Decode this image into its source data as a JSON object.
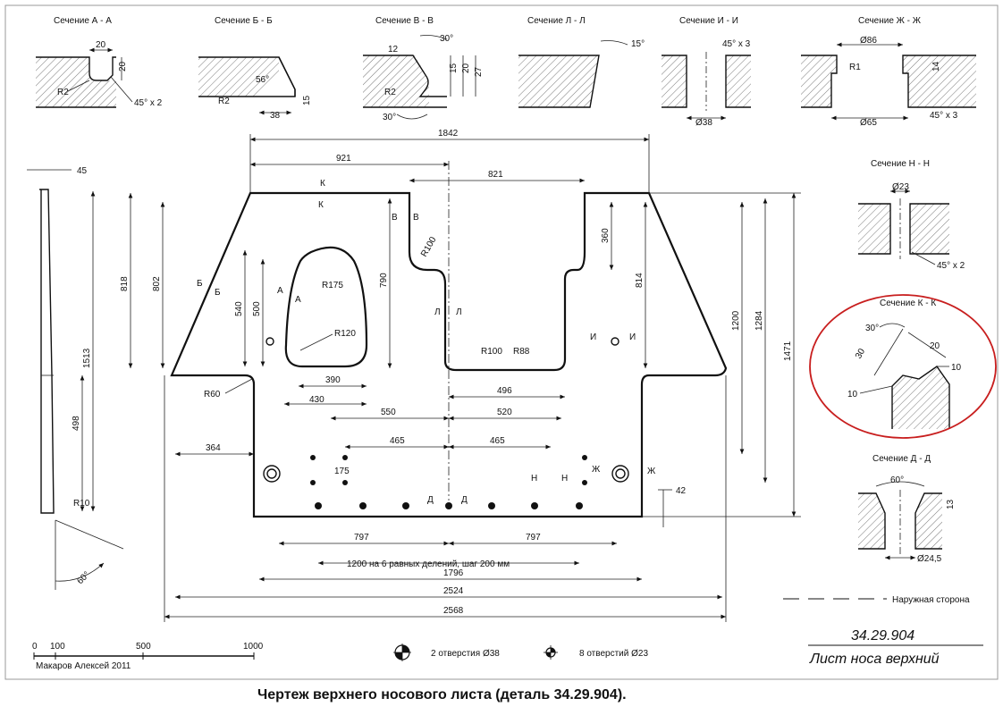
{
  "sections": {
    "aa": {
      "title": "Сечение А - А",
      "d1": "20",
      "d2": "20",
      "d3": "R2",
      "d4": "45° x 2"
    },
    "bb": {
      "title": "Сечение Б - Б",
      "d1": "56°",
      "d2": "R2",
      "d3": "38",
      "d4": "15"
    },
    "vv": {
      "title": "Сечение В - В",
      "d1": "30°",
      "d2": "12",
      "d3": "15",
      "d4": "20",
      "d5": "27",
      "d6": "R2",
      "d7": "30°"
    },
    "ll": {
      "title": "Сечение Л - Л",
      "d1": "15°"
    },
    "ii": {
      "title": "Сечение И - И",
      "d1": "45° x 3",
      "d2": "Ø38"
    },
    "zhzh": {
      "title": "Сечение Ж - Ж",
      "d1": "Ø86",
      "d2": "R1",
      "d3": "14",
      "d4": "Ø65",
      "d5": "45° x 3"
    },
    "nn": {
      "title": "Сечение Н - Н",
      "d1": "Ø23",
      "d2": "45° x 2"
    },
    "kk": {
      "title": "Сечение К - К",
      "d1": "30°",
      "d2": "30",
      "d3": "20",
      "d4": "10",
      "d5": "10"
    },
    "dd": {
      "title": "Сечение Д - Д",
      "d1": "60°",
      "d2": "13",
      "d3": "Ø24,5"
    }
  },
  "dims": {
    "d1842": "1842",
    "d921": "921",
    "d821": "821",
    "d45": "45",
    "d1513": "1513",
    "d498": "498",
    "dR10": "R10",
    "d60": "60°",
    "d818": "818",
    "d802": "802",
    "d540": "540",
    "d500": "500",
    "d790": "790",
    "dR175": "R175",
    "dR120": "R120",
    "dR100a": "R100",
    "d360": "360",
    "d814": "814",
    "d1200": "1200",
    "d1284": "1284",
    "d1471": "1471",
    "dR60": "R60",
    "d390": "390",
    "d430": "430",
    "dR100b": "R100",
    "dR88": "R88",
    "d496": "496",
    "d550": "550",
    "d520": "520",
    "d364": "364",
    "d465a": "465",
    "d465b": "465",
    "d175": "175",
    "d42": "42",
    "d797a": "797",
    "d797b": "797",
    "d1200text": "1200 на 6 равных делений, шаг 200 мм",
    "d1796": "1796",
    "d2524": "2524",
    "d2568": "2568"
  },
  "markers": {
    "k": "К",
    "v": "В",
    "b": "Б",
    "a": "А",
    "l": "Л",
    "i": "И",
    "n": "Н",
    "zh": "Ж",
    "d": "Д"
  },
  "legend": {
    "outer_side": "Наружная сторона",
    "holes38": "2 отверстия Ø38",
    "holes23": "8 отверстий Ø23"
  },
  "scale": {
    "s0": "0",
    "s100": "100",
    "s500": "500",
    "s1000": "1000"
  },
  "author": "Макаров Алексей 2011",
  "part_number": "34.29.904",
  "part_name": "Лист носа верхний",
  "caption": "Чертеж верхнего носового листа (деталь 34.29.904).",
  "colors": {
    "line": "#111111",
    "highlight": "#c81e1e",
    "hatch": "#555555"
  }
}
